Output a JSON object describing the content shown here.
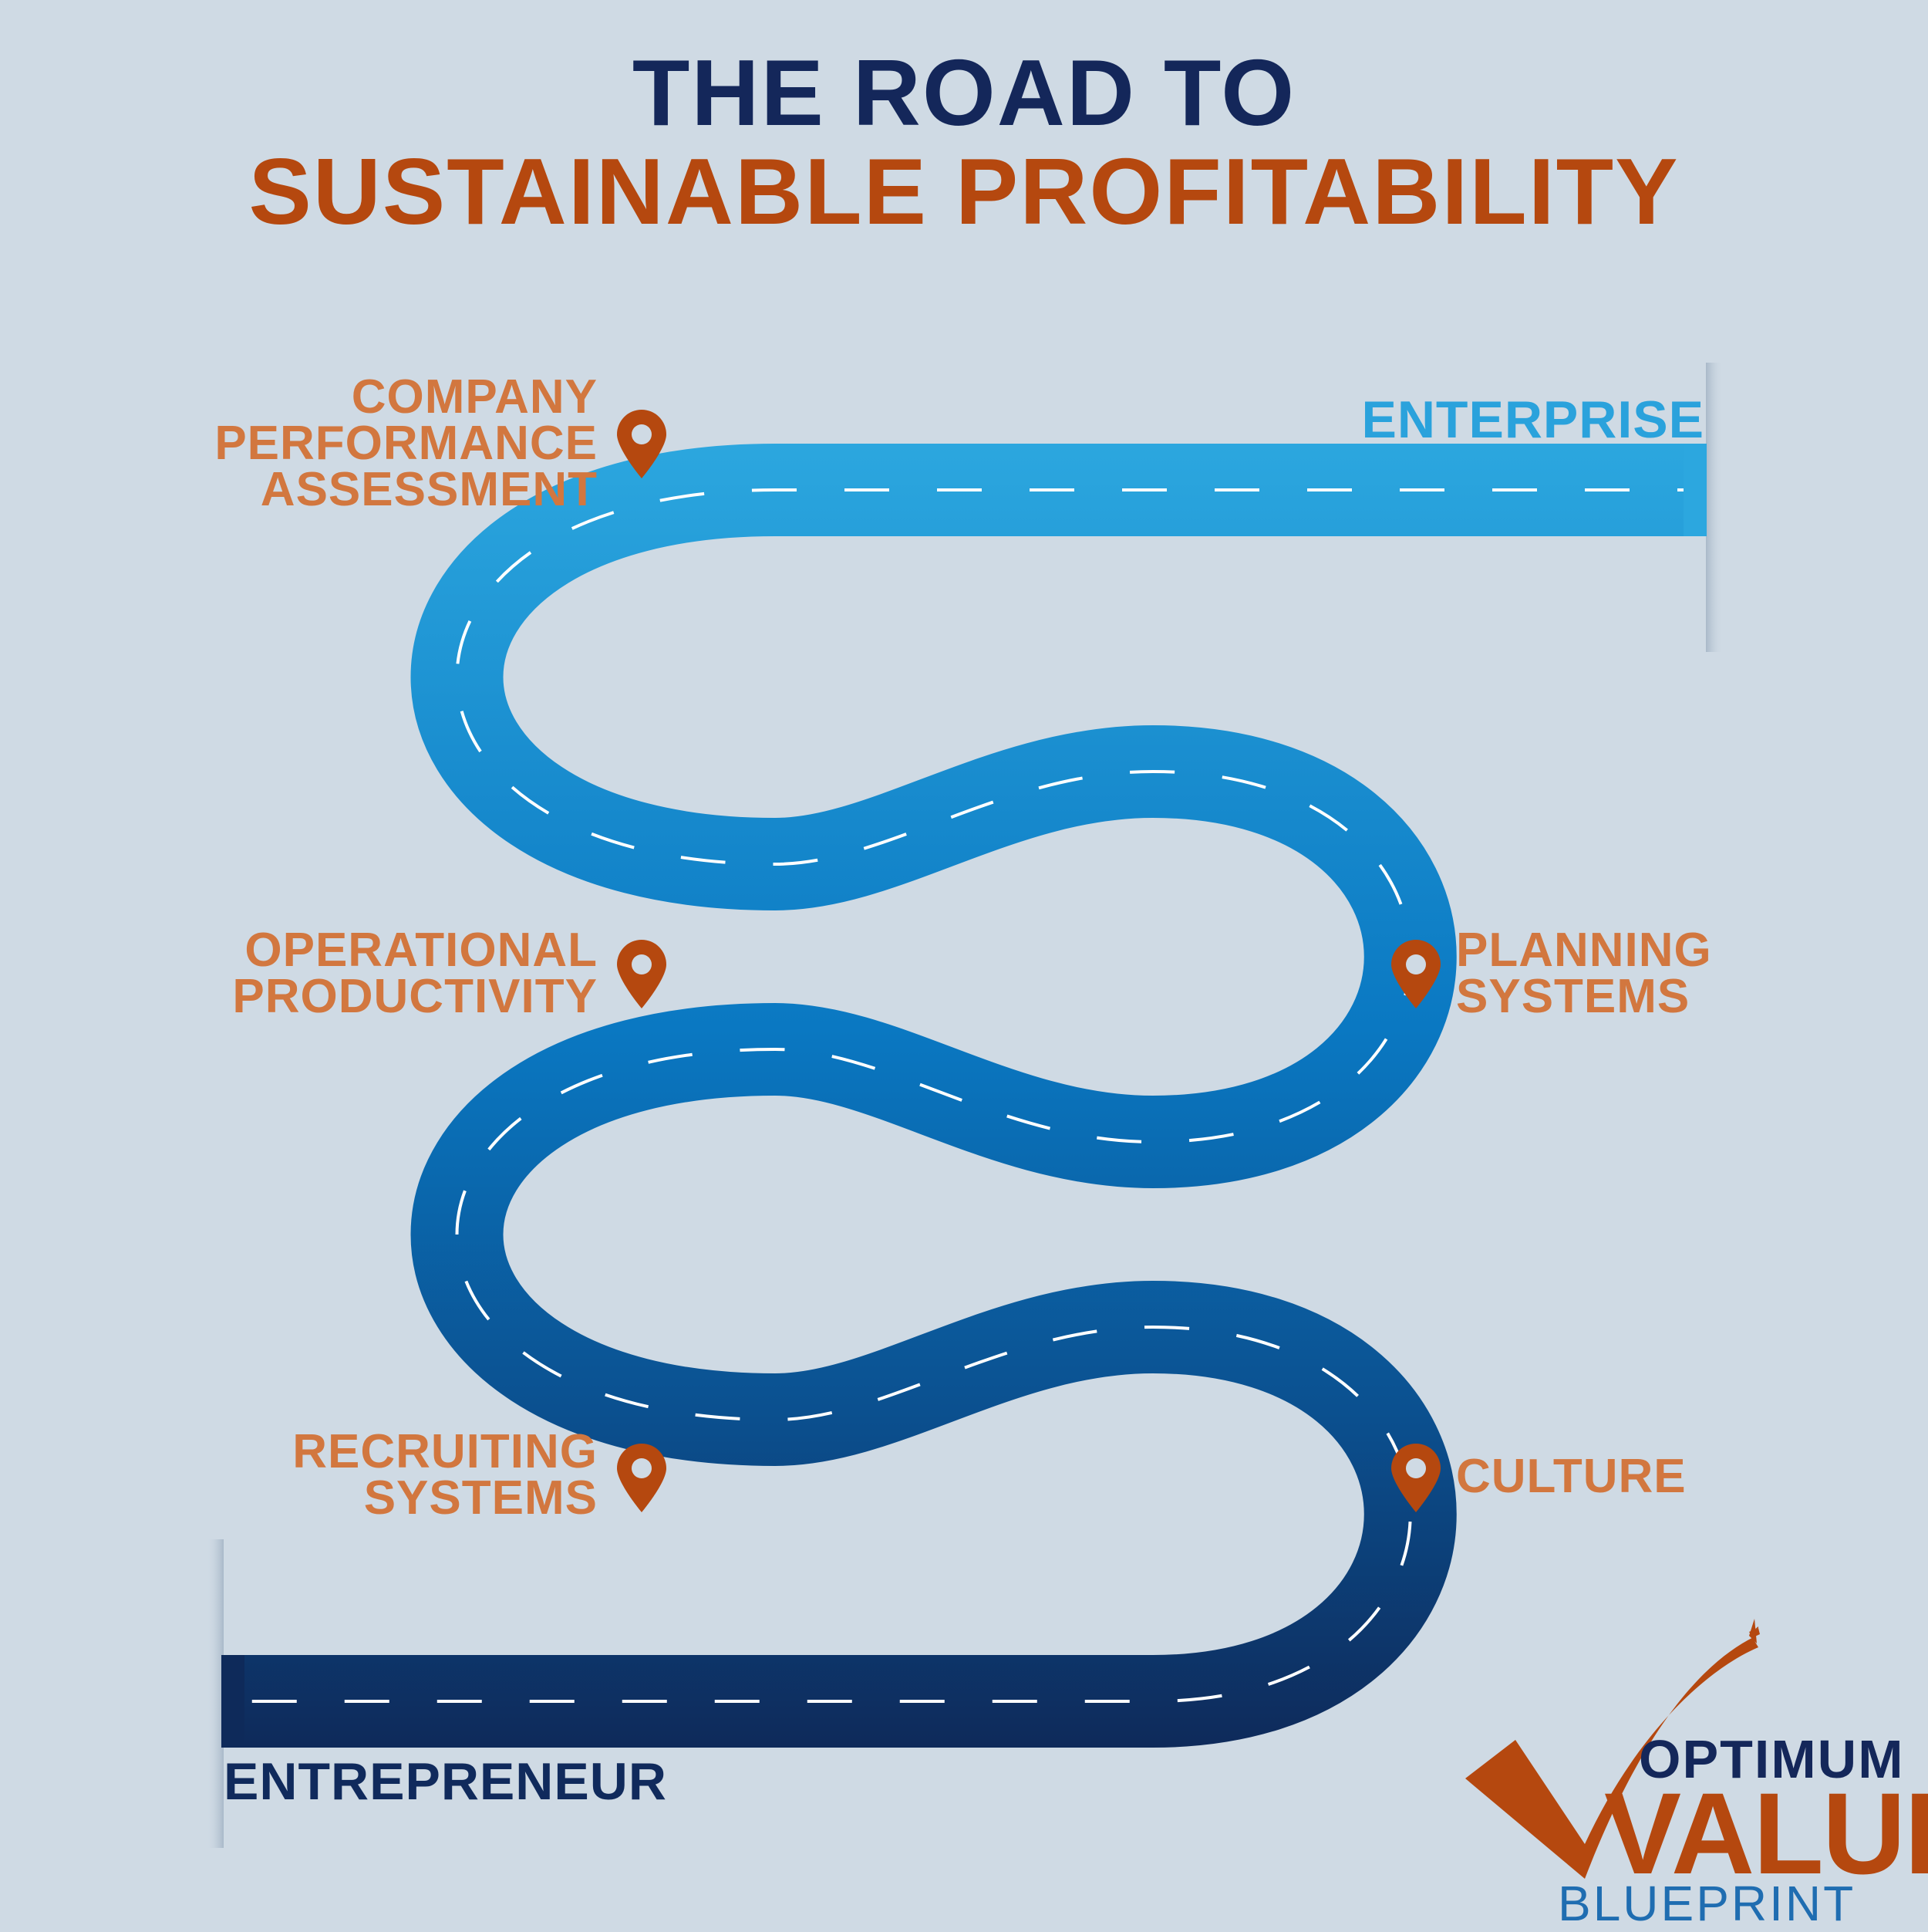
{
  "title": {
    "line1": "THE ROAD TO",
    "line2": "SUSTAINABLE PROFITABILITY"
  },
  "road": {
    "start_label": "ENTREPRENEUR",
    "end_label": "ENTERPRISE",
    "gradient_top": "#2ca7df",
    "gradient_bottom": "#0e2a5a"
  },
  "milestones": [
    {
      "label": "COMPANY\nPERFORMANCE\nASSESSMENT",
      "icon": "map-pin-icon"
    },
    {
      "label": "OPERATIONAL\nPRODUCTIVITY",
      "icon": "map-pin-icon"
    },
    {
      "label": "PLANNING\nSYSTEMS",
      "icon": "map-pin-icon"
    },
    {
      "label": "RECRUITING\nSYSTEMS",
      "icon": "map-pin-icon"
    },
    {
      "label": "CULTURE",
      "icon": "map-pin-icon"
    }
  ],
  "colors": {
    "title_navy": "#14275a",
    "title_orange": "#b5480f",
    "milestone_text": "#d2773f",
    "pin": "#b5480f",
    "background": "#cfdae4"
  },
  "logo": {
    "line1": "OPTIMUM",
    "line2": "VALUE",
    "line3": "BLUEPRINT"
  }
}
